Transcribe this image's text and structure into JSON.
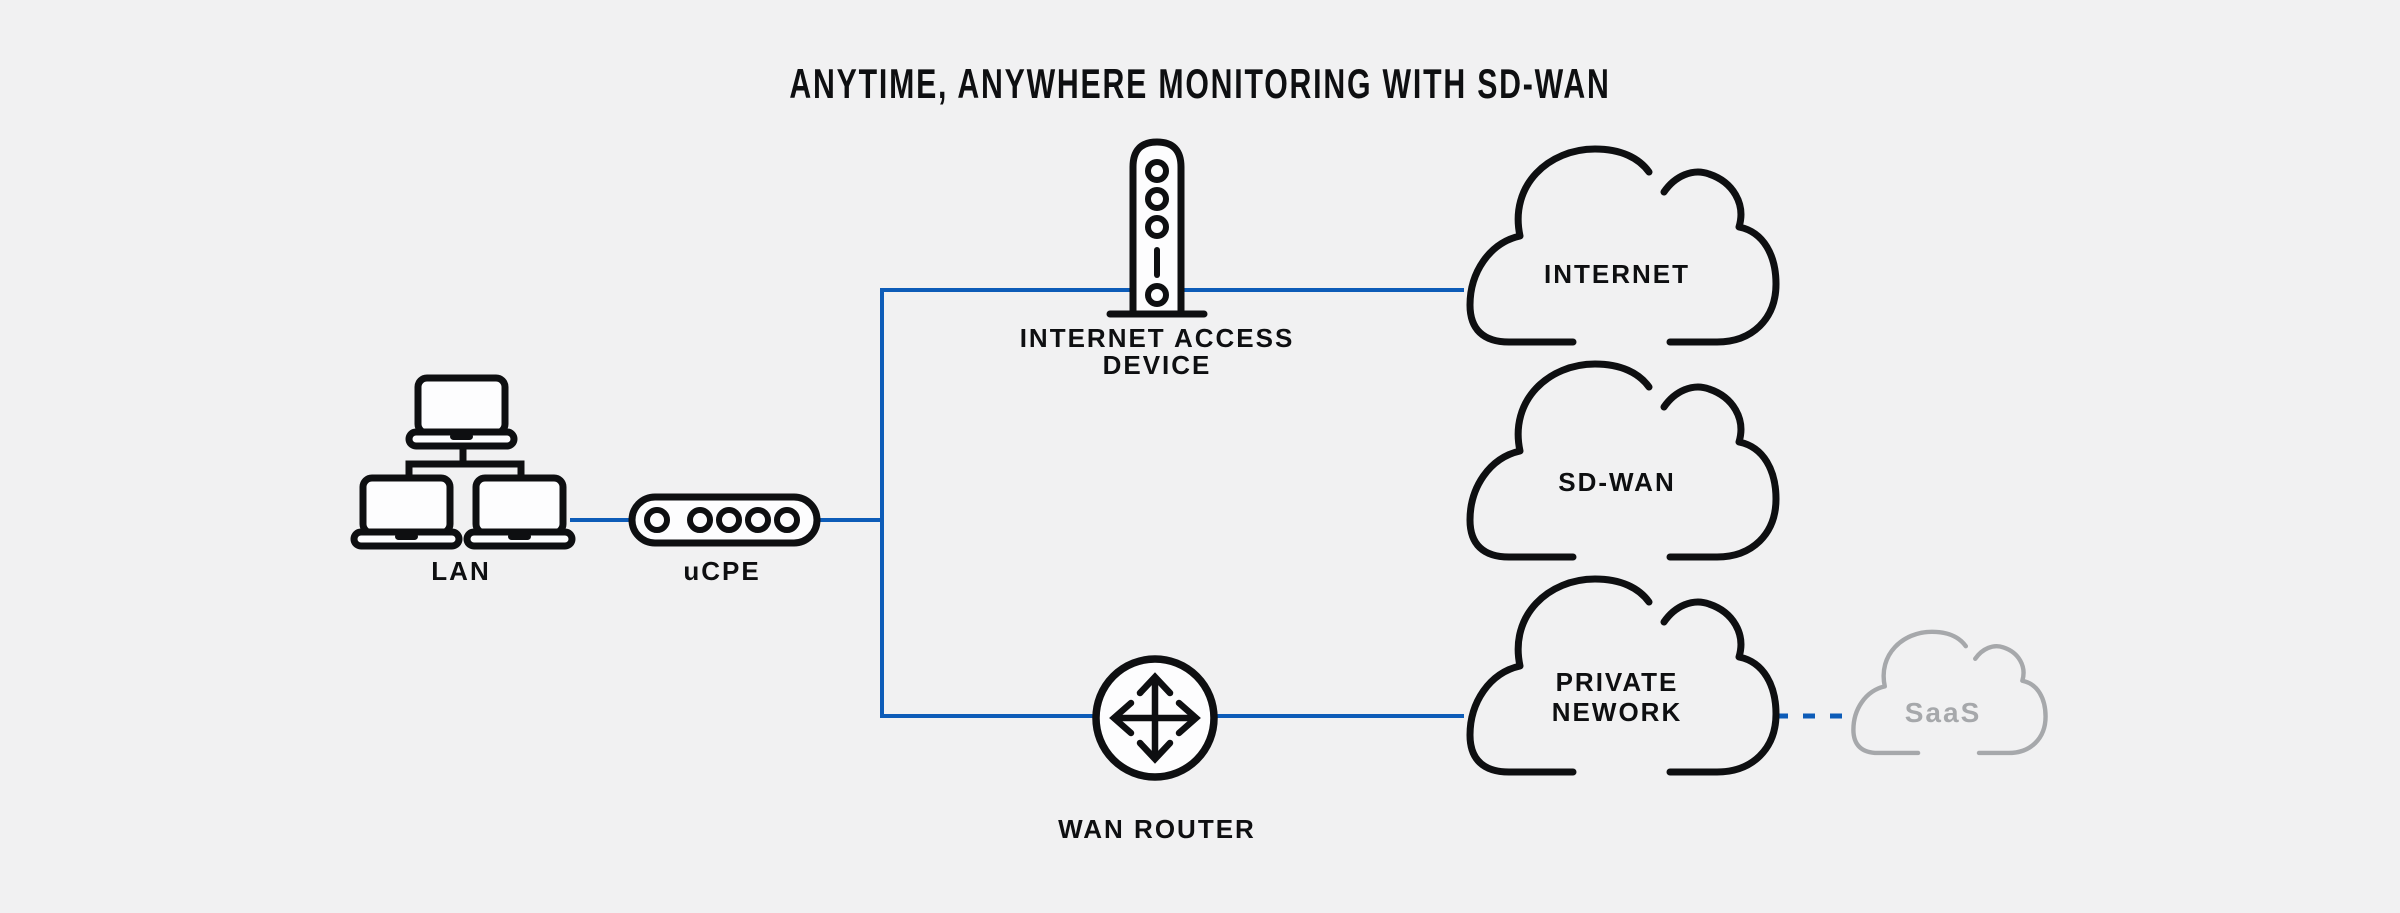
{
  "title": "ANYTIME, ANYWHERE MONITORING WITH SD-WAN",
  "nodes": {
    "lan": {
      "label": "LAN"
    },
    "ucpe": {
      "label": "uCPE"
    },
    "internet_access_device": {
      "label_line1": "INTERNET ACCESS",
      "label_line2": "DEVICE"
    },
    "wan_router": {
      "label": "WAN ROUTER"
    },
    "internet_cloud": {
      "label": "INTERNET"
    },
    "sdwan_cloud": {
      "label": "SD-WAN"
    },
    "private_network_cloud": {
      "label_line1": "PRIVATE",
      "label_line2": "NEWORK"
    },
    "saas_cloud": {
      "label": "SaaS"
    }
  },
  "connections": [
    {
      "from": "lan",
      "to": "ucpe",
      "style": "solid"
    },
    {
      "from": "ucpe",
      "to": "internet_access_device",
      "style": "solid"
    },
    {
      "from": "internet_access_device",
      "to": "internet_cloud",
      "style": "solid"
    },
    {
      "from": "ucpe",
      "to": "wan_router",
      "style": "solid"
    },
    {
      "from": "wan_router",
      "to": "private_network_cloud",
      "style": "solid"
    },
    {
      "from": "private_network_cloud",
      "to": "saas_cloud",
      "style": "dashed"
    }
  ],
  "colors": {
    "background": "#f1f1f2",
    "line_blue": "#0d5cb8",
    "icon_ink": "#0e0f11",
    "saas_gray": "#a6a8ab",
    "icon_fill": "#fdfdfe"
  },
  "icons": [
    "lan-laptops-icon",
    "ucpe-appliance-icon",
    "internet-access-device-icon",
    "wan-router-icon",
    "internet-cloud-icon",
    "sdwan-cloud-icon",
    "private-network-cloud-icon",
    "saas-cloud-icon"
  ]
}
